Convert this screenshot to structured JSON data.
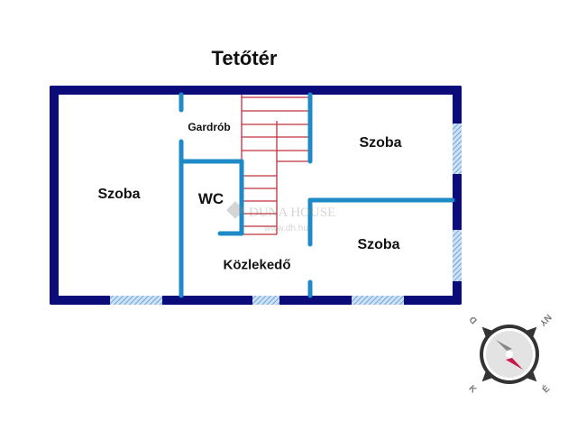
{
  "title": "Tetőtér",
  "rooms": [
    {
      "label": "Szoba"
    },
    {
      "label": "Gardrób"
    },
    {
      "label": "WC"
    },
    {
      "label": "Szoba"
    },
    {
      "label": "Szoba"
    },
    {
      "label": "Közlekedő"
    }
  ],
  "watermark": {
    "brand": "DUNA HOUSE",
    "url": "www.dh.hu"
  },
  "compass": {
    "north": "É",
    "south": "D",
    "east": "K",
    "west": "NY"
  },
  "colors": {
    "outer_wall": "#0b0b7a",
    "inner_wall": "#1f8bc6",
    "stairs": "#c0303a",
    "window": "#7fb0e0"
  }
}
